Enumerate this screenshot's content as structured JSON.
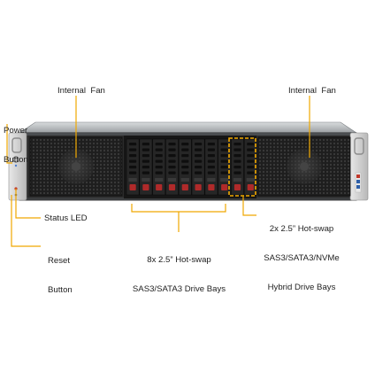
{
  "labels": {
    "internal_fan_left": "Internal  Fan",
    "internal_fan_right": "Internal  Fan",
    "power_button": [
      "Power",
      "Button"
    ],
    "status_led": "Status LED",
    "reset_button": [
      "Reset",
      "Button"
    ],
    "drive_bays_8x": [
      "8x 2.5” Hot-swap",
      "SAS3/SATA3 Drive Bays"
    ],
    "drive_bays_2x": [
      "2x 2.5” Hot-swap",
      "SAS3/SATA3/NVMe",
      "Hybrid Drive Bays"
    ]
  },
  "diagram": {
    "drive_bay_count_sas": 8,
    "drive_bay_count_hybrid": 2,
    "callout_color": "#f0a800",
    "chassis_color": "#2b2b2b",
    "drive_tab_color": "#b02a2a"
  }
}
